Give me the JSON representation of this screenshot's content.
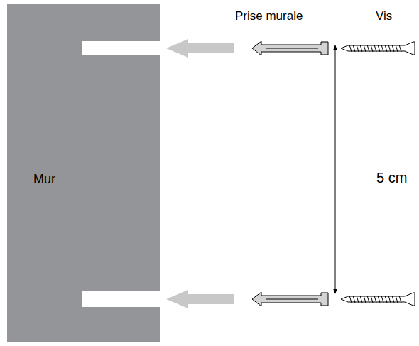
{
  "diagram": {
    "nodes": [
      {
        "text": [
          "Mur"
        ]
      }
    ],
    "labels": [
      "Prise murale",
      "Vis",
      "5 cm"
    ]
  }
}
